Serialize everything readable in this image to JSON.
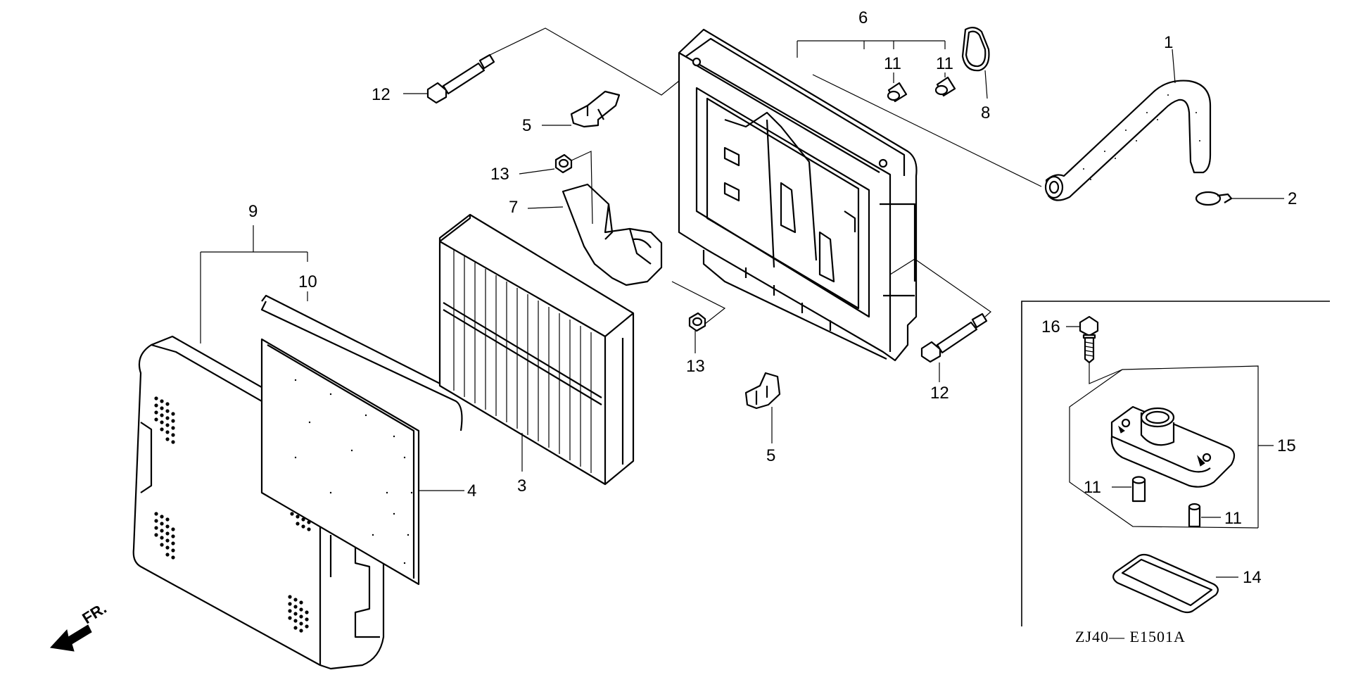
{
  "diagram": {
    "code": "ZJ40— E1501A",
    "direction_label": "FR.",
    "callouts": {
      "p1": "1",
      "p2": "2",
      "p3": "3",
      "p4": "4",
      "p5a": "5",
      "p5b": "5",
      "p6": "6",
      "p7": "7",
      "p8": "8",
      "p9": "9",
      "p10": "10",
      "p11a": "11",
      "p11b": "11",
      "p11c": "11",
      "p11d": "11",
      "p12a": "12",
      "p12b": "12",
      "p13a": "13",
      "p13b": "13",
      "p14": "14",
      "p15": "15",
      "p16": "16"
    }
  }
}
